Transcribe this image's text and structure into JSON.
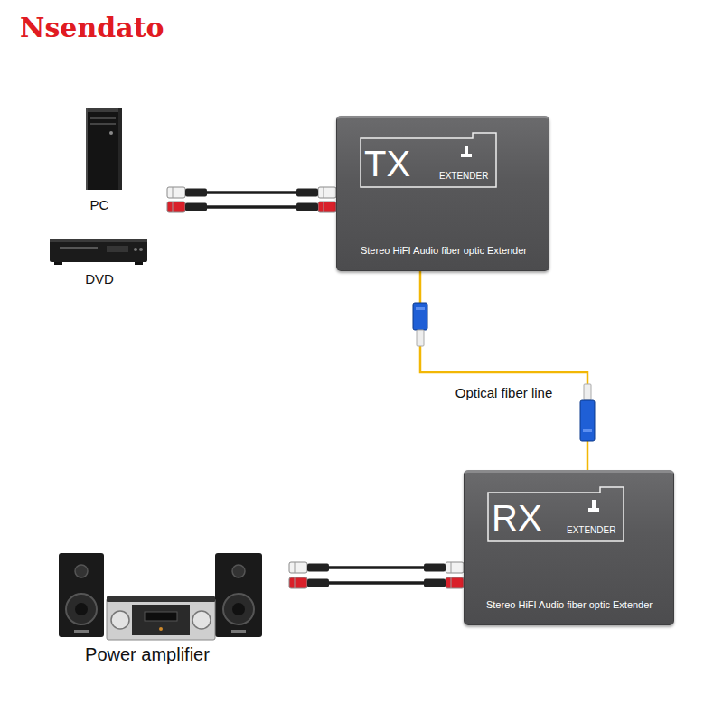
{
  "diagram": {
    "nodes": [
      {
        "text": [
          "PC"
        ]
      },
      {
        "text": [
          "DVD"
        ]
      },
      {
        "text": [
          "TX",
          "EXTENDER",
          "Stereo HiFI Audio fiber optic Extender"
        ]
      },
      {
        "text": [
          "RX",
          "EXTENDER",
          "Stereo HiFI Audio fiber optic Extender"
        ]
      },
      {
        "text": [
          "Power amplifier"
        ]
      }
    ],
    "edges": [
      {
        "from": 0,
        "to": 2,
        "arrow": "none"
      },
      {
        "from": 2,
        "to": 3,
        "label": "Optical fiber line",
        "arrow": "none"
      },
      {
        "from": 3,
        "to": 4,
        "arrow": "none"
      }
    ],
    "labels": [
      "Nsendato"
    ]
  }
}
